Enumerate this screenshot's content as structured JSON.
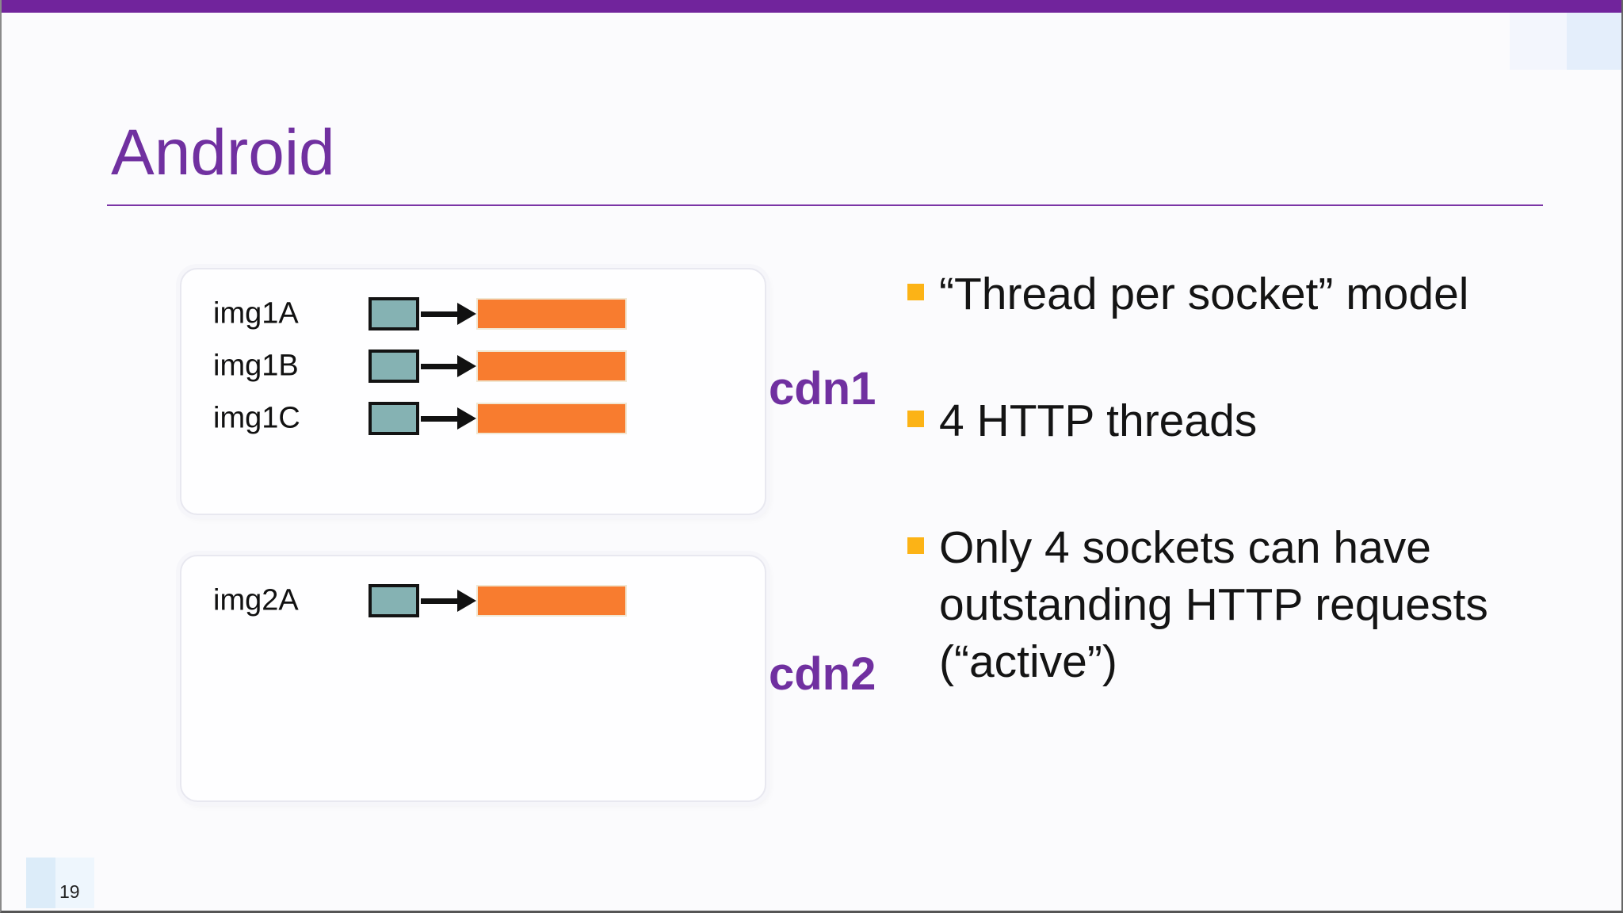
{
  "slide": {
    "title": "Android",
    "page_number": "19",
    "diagram": {
      "groups": [
        {
          "label": "cdn1",
          "rows": [
            {
              "name": "img1A"
            },
            {
              "name": "img1B"
            },
            {
              "name": "img1C"
            }
          ]
        },
        {
          "label": "cdn2",
          "rows": [
            {
              "name": "img2A"
            }
          ]
        }
      ]
    },
    "bullets": [
      {
        "text": "“Thread per socket” model"
      },
      {
        "text": "4 HTTP threads"
      },
      {
        "text": "Only 4 sockets can have outstanding HTTP requests (“active”)"
      }
    ],
    "colors": {
      "top_bar": "#71249c",
      "accent_purple": "#7030a0",
      "bullet_marker": "#fcb316",
      "socket_fill": "#85b2b3",
      "request_fill": "#f87c2f"
    }
  }
}
